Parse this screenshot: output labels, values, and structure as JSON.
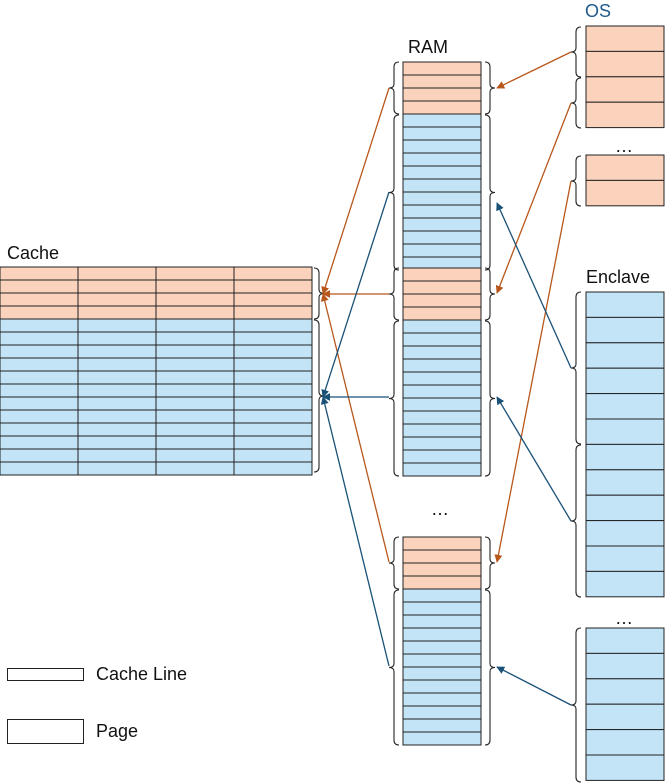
{
  "labels": {
    "cache": "Cache",
    "ram": "RAM",
    "os": "OS",
    "enclave": "Enclave",
    "ellipsis_os": "…",
    "ellipsis_ram": "…",
    "ellipsis_enclave": "…"
  },
  "legend": {
    "cache_line": "Cache Line",
    "page": "Page"
  },
  "colors": {
    "os": "#fbd3bc",
    "enclave": "#c3e4f7",
    "os_arrow": "#b8571b",
    "enclave_arrow": "#1a5177",
    "stroke": "#222222"
  },
  "structure": {
    "cache_columns": 4,
    "cache_os_lines": 4,
    "cache_enclave_lines": 12,
    "ram_groups": [
      {
        "os_lines": 4,
        "enclave_lines": 12
      },
      {
        "os_lines": 4,
        "enclave_lines": 12
      },
      {
        "os_lines": 4,
        "enclave_lines": 12
      }
    ],
    "os_pages": [
      4,
      2
    ],
    "enclave_pages": [
      12,
      6
    ]
  }
}
